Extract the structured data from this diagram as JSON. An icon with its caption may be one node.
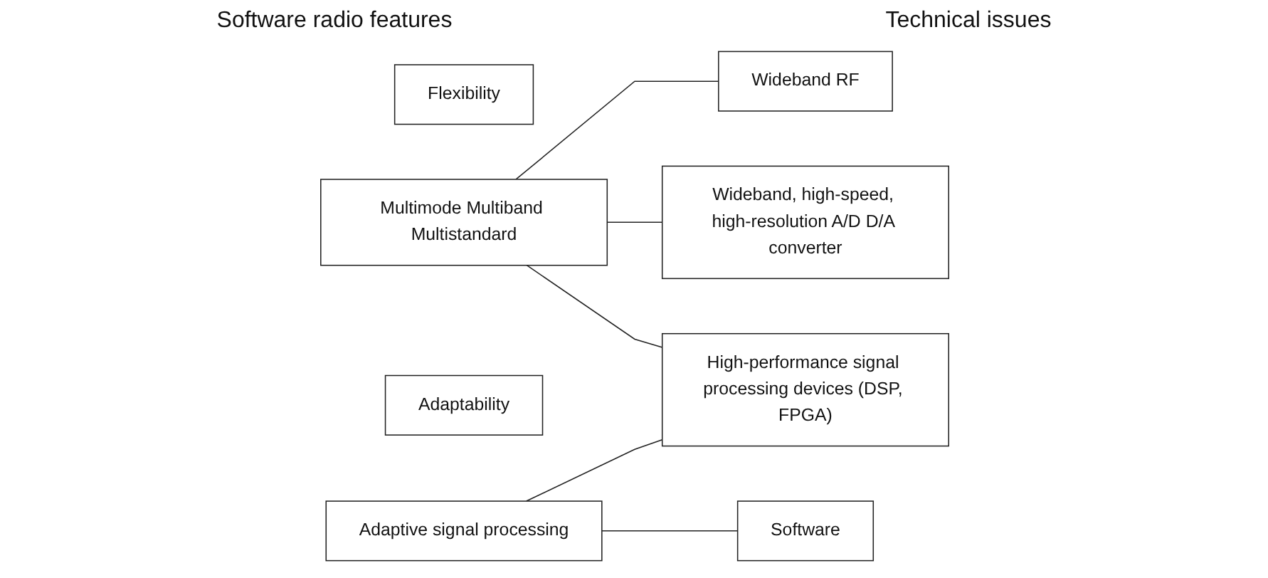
{
  "diagram": {
    "nodes": [
      {
        "text": [
          "Flexibility"
        ]
      },
      {
        "text": [
          "Multimode Multiband Multistandard"
        ]
      },
      {
        "text": [
          "Adaptability"
        ]
      },
      {
        "text": [
          "Adaptive signal processing"
        ]
      },
      {
        "text": [
          "Wideband RF"
        ]
      },
      {
        "text": [
          "Wideband, high-speed, high-resolution A/D D/A converter"
        ]
      },
      {
        "text": [
          "High-performance signal processing devices (DSP, FPGA)"
        ]
      },
      {
        "text": [
          "Software"
        ]
      }
    ],
    "edges": [
      {
        "from": 1,
        "to": 4,
        "arrow": "none"
      },
      {
        "from": 1,
        "to": 5,
        "arrow": "none"
      },
      {
        "from": 1,
        "to": 6,
        "arrow": "none"
      },
      {
        "from": 3,
        "to": 6,
        "arrow": "none"
      },
      {
        "from": 3,
        "to": 7,
        "arrow": "none"
      }
    ],
    "labels": [
      "Software radio features",
      "Technical issues"
    ]
  }
}
